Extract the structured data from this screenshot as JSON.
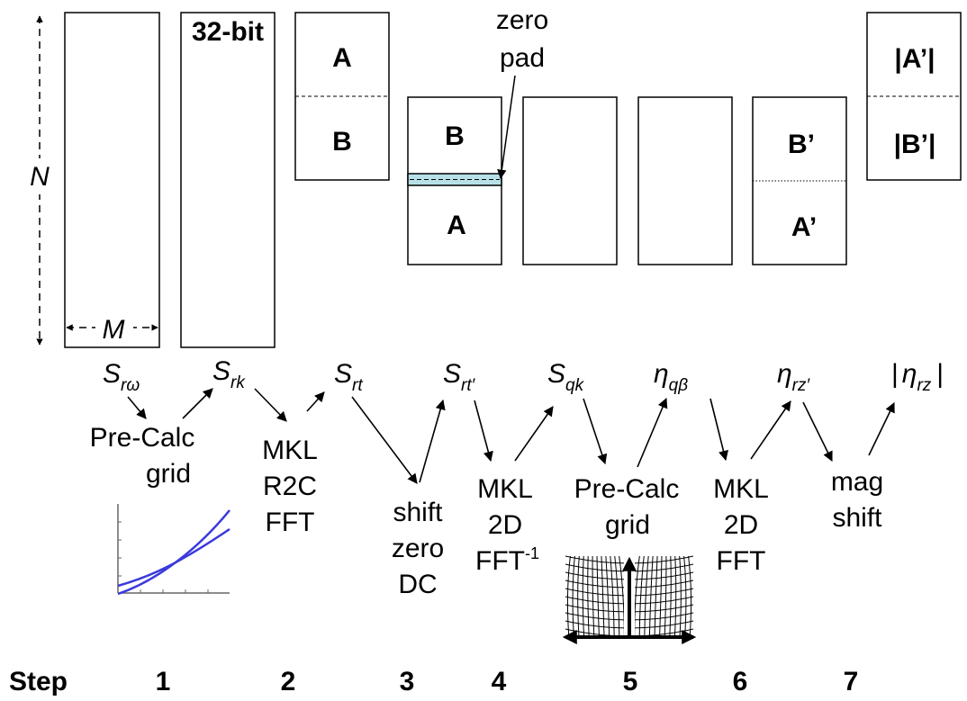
{
  "buffers": {
    "header_32bit": "32-bit",
    "dim_n": "N",
    "dim_m": "M",
    "a": "A",
    "b": "B",
    "zero_pad_line1": "zero",
    "zero_pad_line2": "pad",
    "b_prime": "B’",
    "a_prime": "A’",
    "abs_a_prime": "|A’|",
    "abs_b_prime": "|B’|"
  },
  "signals": [
    {
      "base": "S",
      "sub": "rω"
    },
    {
      "base": "S",
      "sub": "rk"
    },
    {
      "base": "S",
      "sub": "rt"
    },
    {
      "base": "S",
      "sub": "rt′"
    },
    {
      "base": "S",
      "sub": "qk"
    },
    {
      "base": "η",
      "sub": "qβ"
    },
    {
      "base": "η",
      "sub": "rz′"
    },
    {
      "base": "η",
      "sub": "rz",
      "abs": "|"
    }
  ],
  "operations": {
    "op1": [
      "Pre-Calc",
      "grid"
    ],
    "op2": [
      "MKL",
      "R2C",
      "FFT"
    ],
    "op3": [
      "shift",
      "zero",
      "DC"
    ],
    "op4": [
      "MKL",
      "2D",
      "FFT",
      "-1"
    ],
    "op5": [
      "Pre-Calc",
      "grid"
    ],
    "op6": [
      "MKL",
      "2D",
      "FFT"
    ],
    "op7": [
      "mag",
      "shift"
    ]
  },
  "steps": {
    "label": "Step",
    "numbers": [
      "1",
      "2",
      "3",
      "4",
      "5",
      "6",
      "7"
    ]
  },
  "colors": {
    "curve": "#3a3adc",
    "zero_pad_fill": "#b7e1e8",
    "stroke": "#000000"
  }
}
